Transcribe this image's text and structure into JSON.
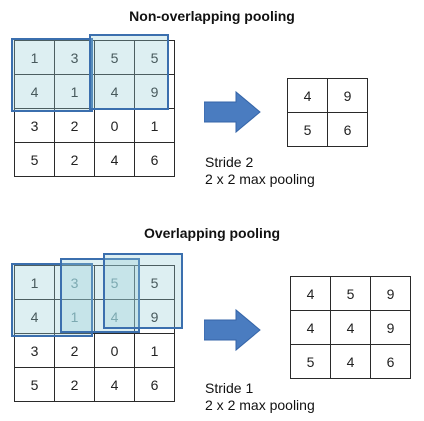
{
  "top": {
    "title": "Non-overlapping pooling",
    "input": [
      [
        "1",
        "3",
        "5",
        "5"
      ],
      [
        "4",
        "1",
        "4",
        "9"
      ],
      [
        "3",
        "2",
        "0",
        "1"
      ],
      [
        "5",
        "2",
        "4",
        "6"
      ]
    ],
    "output": [
      [
        "4",
        "9"
      ],
      [
        "5",
        "6"
      ]
    ],
    "caption_line1": "Stride 2",
    "caption_line2": "2 x 2 max pooling"
  },
  "bottom": {
    "title": "Overlapping pooling",
    "input": [
      [
        "1",
        "3",
        "5",
        "5"
      ],
      [
        "4",
        "1",
        "4",
        "9"
      ],
      [
        "3",
        "2",
        "0",
        "1"
      ],
      [
        "5",
        "2",
        "4",
        "6"
      ]
    ],
    "output": [
      [
        "4",
        "5",
        "9"
      ],
      [
        "4",
        "4",
        "9"
      ],
      [
        "5",
        "4",
        "6"
      ]
    ],
    "caption_line1": "Stride 1",
    "caption_line2": "2 x 2 max pooling"
  },
  "colors": {
    "window_fill": "#cfe8ee",
    "window_border": "#3b6fae",
    "arrow": "#4a7cc0"
  }
}
